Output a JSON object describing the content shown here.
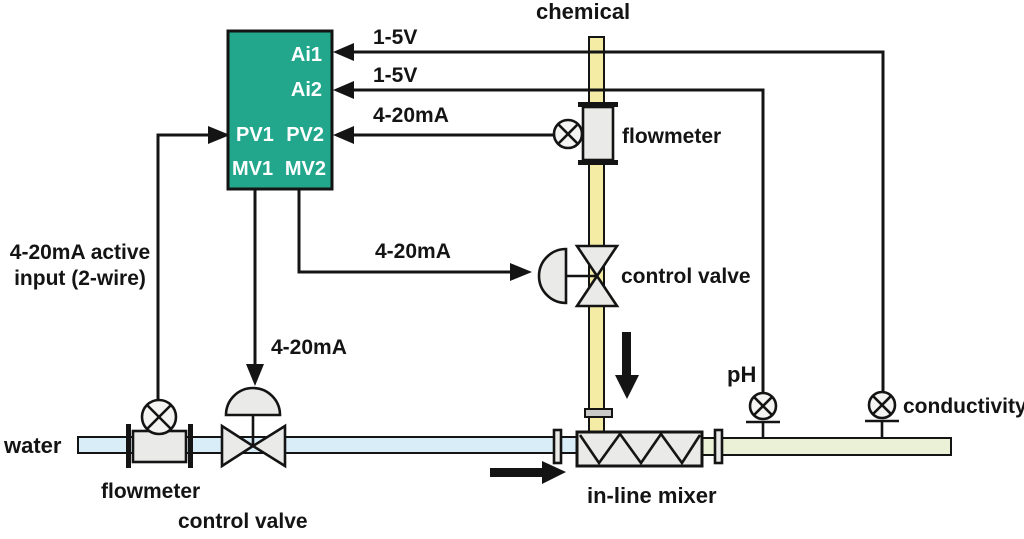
{
  "diagram": {
    "title_hint": "chemical dosing control loop P&ID",
    "controller": {
      "ai1": "Ai1",
      "ai2": "Ai2",
      "pv1": "PV1",
      "pv2": "PV2",
      "mv1": "MV1",
      "mv2": "MV2"
    },
    "signals": {
      "ai1": "1-5V",
      "ai2": "1-5V",
      "pv2": "4-20mA",
      "mv2": "4-20mA",
      "mv1": "4-20mA",
      "active_input_line1": "4-20mA active",
      "active_input_line2": "input (2-wire)"
    },
    "streams": {
      "chemical": "chemical",
      "water": "water"
    },
    "equipment": {
      "chemical_flowmeter": "flowmeter",
      "chemical_valve": "control valve",
      "water_flowmeter": "flowmeter",
      "water_valve": "control valve",
      "mixer": "in-line mixer"
    },
    "sensors": {
      "ph": "pH",
      "conductivity": "conductivity"
    },
    "colors": {
      "controller_fill": "#22a78d",
      "chemical_pipe": "#f4eca4",
      "water_pipe": "#d9edf8",
      "mixed_pipe": "#ebf1d6",
      "equipment_fill": "#eaeae8",
      "line": "#141414",
      "background": "#ffffff"
    }
  }
}
